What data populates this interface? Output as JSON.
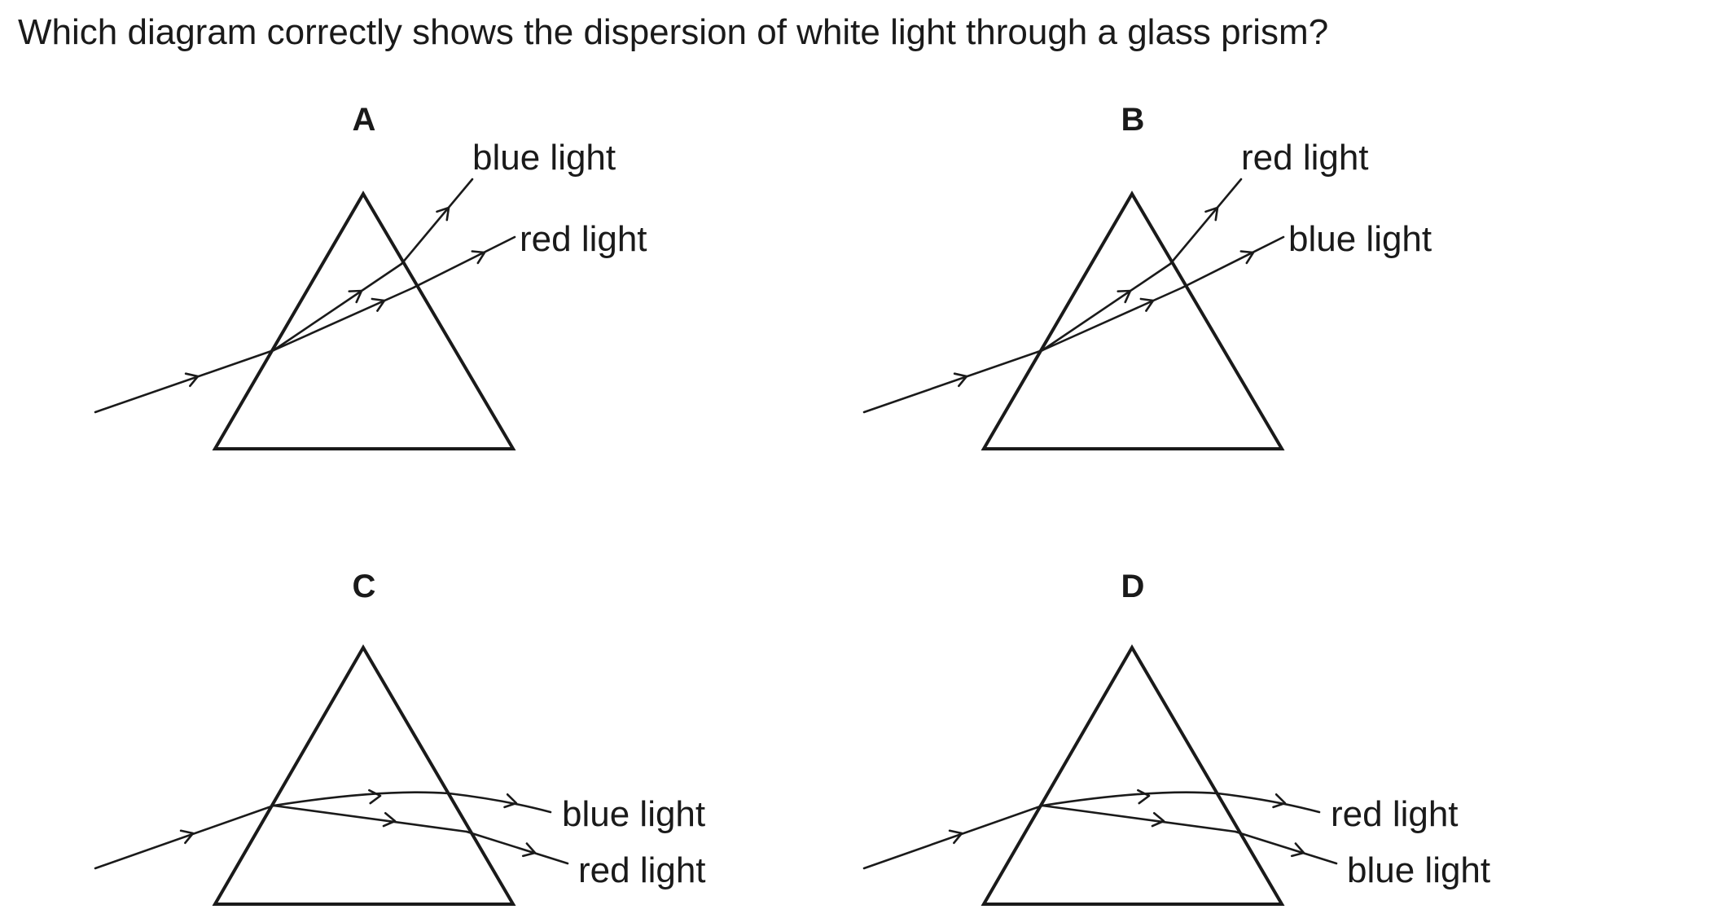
{
  "question": "Which diagram correctly shows the dispersion of white light through a glass prism?",
  "options": [
    {
      "letter": "A",
      "upper_label": "blue light",
      "lower_label": "red light"
    },
    {
      "letter": "B",
      "upper_label": "red light",
      "lower_label": "blue light"
    },
    {
      "letter": "C",
      "upper_label": "blue light",
      "lower_label": "red light"
    },
    {
      "letter": "D",
      "upper_label": "red light",
      "lower_label": "blue light"
    }
  ]
}
